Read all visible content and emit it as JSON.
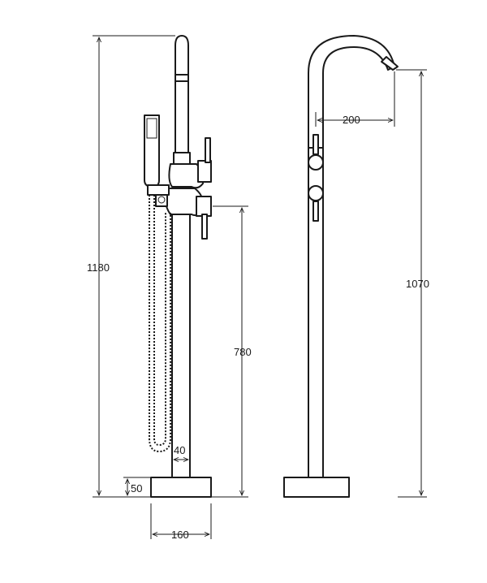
{
  "dimensions": {
    "front_total_height": "1180",
    "front_handle_height": "780",
    "front_pipe_offset": "40",
    "front_base_height": "50",
    "front_base_width": "160",
    "side_spout_reach": "200",
    "side_spout_height": "1070"
  },
  "colors": {
    "line": "#1a1a1a",
    "dimension": "#1a1a1a"
  }
}
